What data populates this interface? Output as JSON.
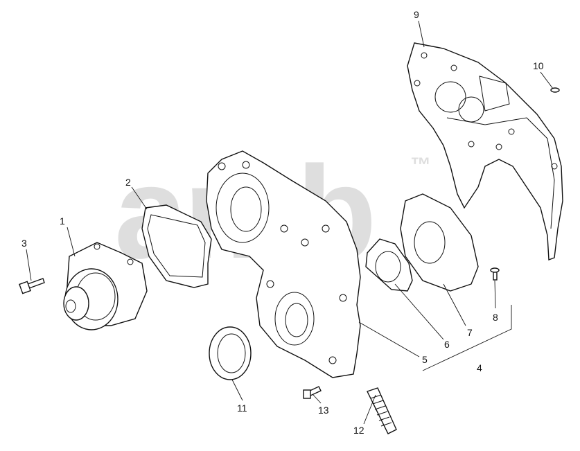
{
  "watermark": {
    "text": "amb",
    "tm": "™",
    "color": "#c9c9c9"
  },
  "callouts": [
    "1",
    "2",
    "3",
    "4",
    "5",
    "6",
    "7",
    "8",
    "9",
    "10",
    "11",
    "12",
    "13"
  ],
  "colors": {
    "line": "#111111",
    "background": "#ffffff"
  }
}
